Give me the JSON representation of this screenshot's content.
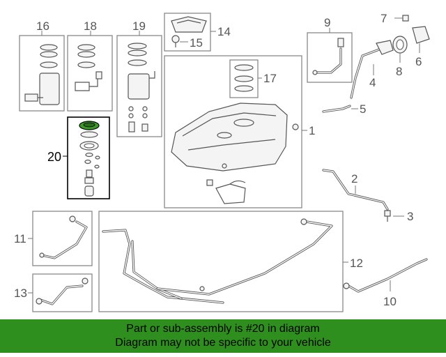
{
  "callouts": {
    "c1": "1",
    "c2": "2",
    "c3": "3",
    "c4": "4",
    "c5": "5",
    "c6": "6",
    "c7": "7",
    "c8": "8",
    "c9": "9",
    "c10": "10",
    "c11": "11",
    "c12": "12",
    "c13": "13",
    "c14": "14",
    "c15": "15",
    "c16": "16",
    "c17": "17",
    "c18": "18",
    "c19": "19",
    "c20": "20"
  },
  "highlighted_part": "20",
  "colors": {
    "banner": "#2f8f1e",
    "highlight_ring": "#3c9a2a",
    "highlight_box": "#000000"
  },
  "banner": {
    "line1": "Part or sub-assembly is #20 in diagram",
    "line2": "Diagram may not be specific to your vehicle"
  }
}
